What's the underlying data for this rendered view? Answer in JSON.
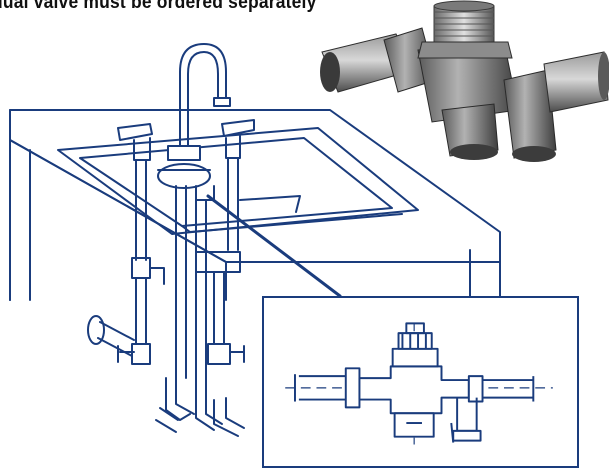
{
  "caption": "dual valve must be ordered separately",
  "colors": {
    "line_art": "#1a3c7d",
    "photo_metal": "#6f6f6f",
    "background": "#ffffff"
  },
  "images": {
    "sink_illustration": "line-drawing-sink-with-faucet-and-supply-pipes",
    "valve_detail": "line-drawing-dual-valve-detail",
    "valve_photo": "photo-bronze-dual-valve"
  }
}
